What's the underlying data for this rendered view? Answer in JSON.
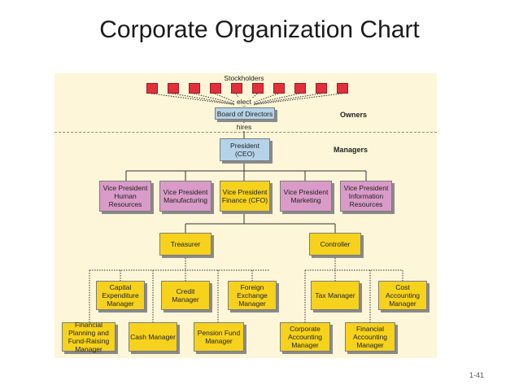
{
  "title": "Corporate Organization Chart",
  "page_number": "1-41",
  "labels": {
    "stockholders": "Stockholders",
    "elect": "elect",
    "hires": "hires",
    "owners": "Owners",
    "managers": "Managers"
  },
  "nodes": {
    "board": "Board of Directors",
    "president": "President (CEO)",
    "vp_hr": "Vice President Human Resources",
    "vp_mfg": "Vice President Manufacturing",
    "vp_fin": "Vice President Finance (CFO)",
    "vp_mkt": "Vice President Marketing",
    "vp_ir": "Vice President Information Resources",
    "treasurer": "Treasurer",
    "controller": "Controller",
    "capex": "Capital Expenditure Manager",
    "credit": "Credit Manager",
    "fx": "Foreign Exchange Manager",
    "tax": "Tax Manager",
    "cost": "Cost Accounting Manager",
    "fin_plan": "Financial Planning and Fund-Raising Manager",
    "cash": "Cash Manager",
    "pension": "Pension Fund Manager",
    "corp_acct": "Corporate Accounting Manager",
    "fin_acct": "Financial Accounting Manager"
  }
}
